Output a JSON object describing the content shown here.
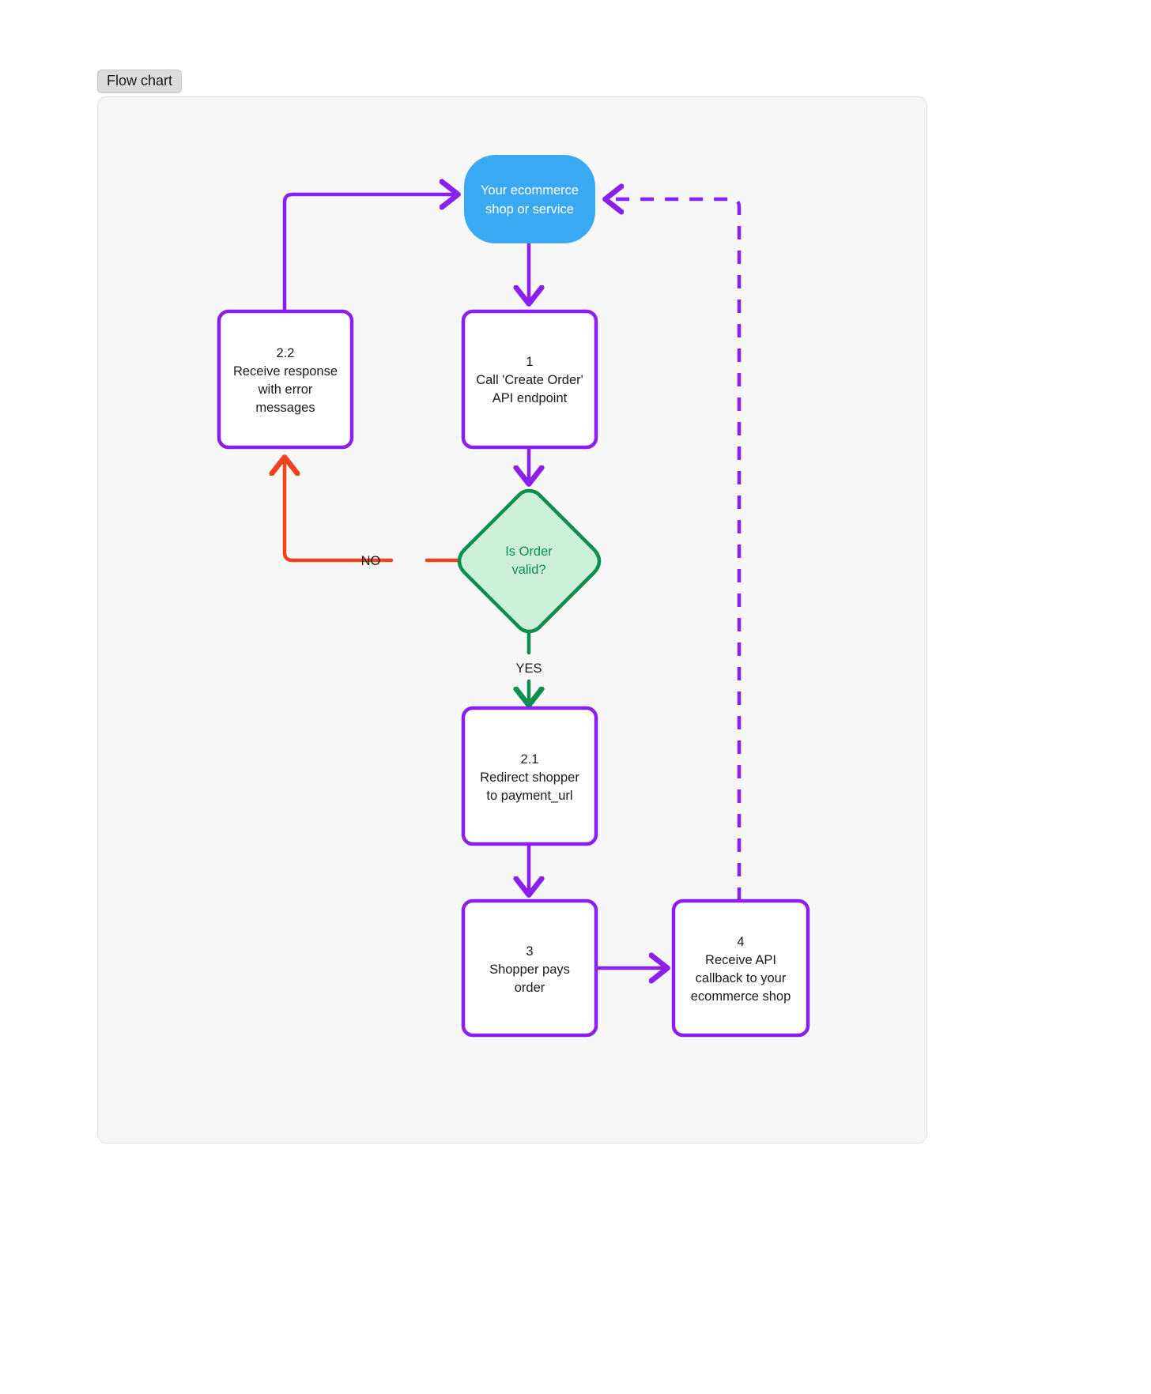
{
  "tab": {
    "label": "Flow chart"
  },
  "colors": {
    "purple": "#8a1ff0",
    "blue": "#39a9f4",
    "green_border": "#0a8f4d",
    "green_fill": "#cdf0d8",
    "green_text": "#0a8f4d",
    "red": "#f0431c",
    "canvas_bg": "#f7f7f7",
    "node_fill": "#ffffff",
    "text": "#1b1b1b",
    "tab_bg": "#dcdcdc"
  },
  "chart_data": {
    "type": "diagram",
    "title": "Flow chart",
    "nodes": [
      {
        "id": "shop",
        "shape": "rounded-pill",
        "lines": [
          "Your ecommerce",
          "shop or service"
        ],
        "fill": "#39a9f4",
        "text_color": "#ffffff"
      },
      {
        "id": "step-2-2",
        "shape": "rect",
        "lines": [
          "2.2",
          "Receive response",
          "with error",
          "messages"
        ],
        "fill": "#ffffff",
        "border": "#8a1ff0"
      },
      {
        "id": "step-1",
        "shape": "rect",
        "lines": [
          "1",
          "Call 'Create Order'",
          "API endpoint"
        ],
        "fill": "#ffffff",
        "border": "#8a1ff0"
      },
      {
        "id": "decision-order-valid",
        "shape": "diamond",
        "lines": [
          "Is Order",
          "valid?"
        ],
        "fill": "#cdf0d8",
        "border": "#0a8f4d",
        "text_color": "#0a8f4d"
      },
      {
        "id": "step-2-1",
        "shape": "rect",
        "lines": [
          "2.1",
          "Redirect shopper",
          "to payment_url"
        ],
        "fill": "#ffffff",
        "border": "#8a1ff0"
      },
      {
        "id": "step-3",
        "shape": "rect",
        "lines": [
          "3",
          "Shopper pays",
          "order"
        ],
        "fill": "#ffffff",
        "border": "#8a1ff0"
      },
      {
        "id": "step-4",
        "shape": "rect",
        "lines": [
          "4",
          "Receive API",
          "callback to your",
          "ecommerce shop"
        ],
        "fill": "#ffffff",
        "border": "#8a1ff0"
      }
    ],
    "edges": [
      {
        "from": "shop",
        "to": "step-1",
        "label": "",
        "color": "#8a1ff0",
        "style": "solid"
      },
      {
        "from": "step-1",
        "to": "decision-order-valid",
        "label": "",
        "color": "#8a1ff0",
        "style": "solid"
      },
      {
        "from": "decision-order-valid",
        "to": "step-2-2",
        "label": "NO",
        "color": "#f0431c",
        "style": "solid"
      },
      {
        "from": "decision-order-valid",
        "to": "step-2-1",
        "label": "YES",
        "color": "#0a8f4d",
        "style": "solid"
      },
      {
        "from": "step-2-2",
        "to": "shop",
        "label": "",
        "color": "#8a1ff0",
        "style": "solid"
      },
      {
        "from": "step-2-1",
        "to": "step-3",
        "label": "",
        "color": "#8a1ff0",
        "style": "solid"
      },
      {
        "from": "step-3",
        "to": "step-4",
        "label": "",
        "color": "#8a1ff0",
        "style": "solid"
      },
      {
        "from": "step-4",
        "to": "shop",
        "label": "",
        "color": "#8a1ff0",
        "style": "dashed"
      }
    ]
  },
  "nodes": {
    "shop": {
      "line1": "Your ecommerce",
      "line2": "shop or service"
    },
    "step_2_2": {
      "line1": "2.2",
      "line2": "Receive response",
      "line3": "with error",
      "line4": "messages"
    },
    "step_1": {
      "line1": "1",
      "line2": "Call 'Create Order'",
      "line3": "API endpoint"
    },
    "decision": {
      "line1": "Is Order",
      "line2": "valid?"
    },
    "step_2_1": {
      "line1": "2.1",
      "line2": "Redirect shopper",
      "line3": "to payment_url"
    },
    "step_3": {
      "line1": "3",
      "line2": "Shopper pays",
      "line3": "order"
    },
    "step_4": {
      "line1": "4",
      "line2": "Receive API",
      "line3": "callback to your",
      "line4": "ecommerce shop"
    }
  },
  "edge_labels": {
    "no": "NO",
    "yes": "YES"
  }
}
